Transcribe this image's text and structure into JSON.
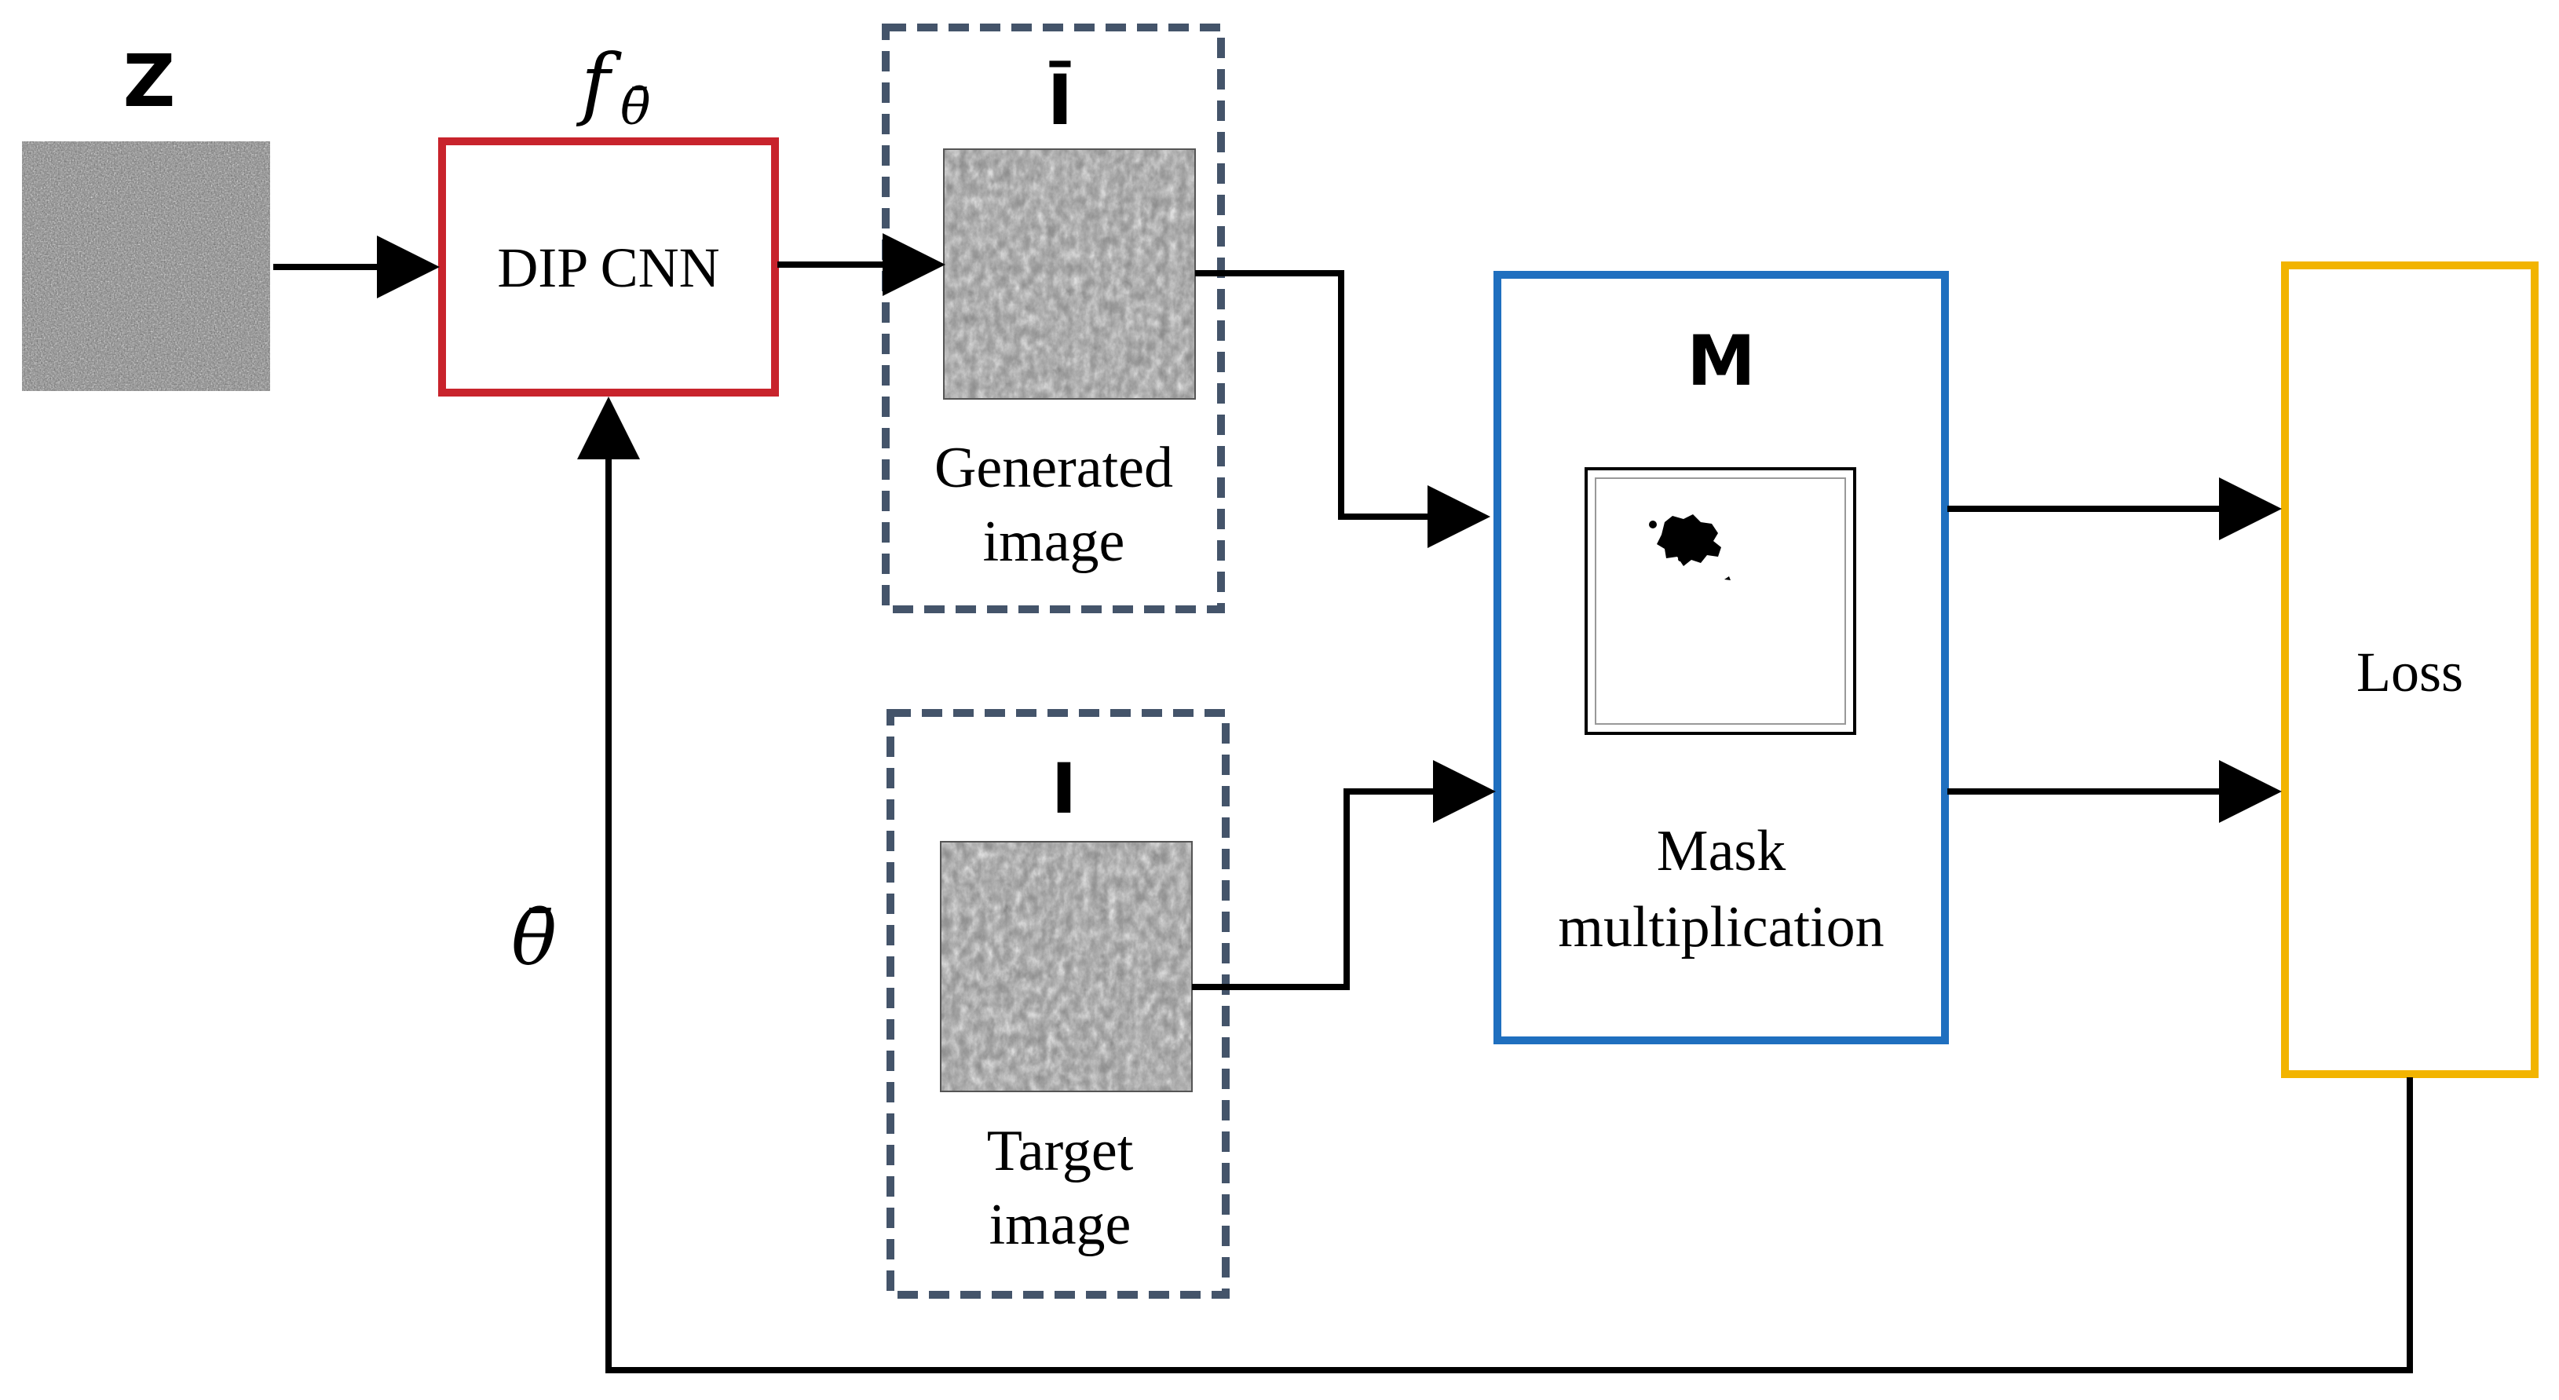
{
  "labels": {
    "noise_input": "Z",
    "network_function": "f",
    "network_subscript": "θ̄",
    "dip_block": "DIP CNN",
    "generated_symbol": "Ī",
    "generated_caption_line1": "Generated",
    "generated_caption_line2": "image",
    "target_symbol": "I",
    "target_caption_line1": "Target",
    "target_caption_line2": "image",
    "mask_symbol": "M",
    "mask_caption_line1": "Mask",
    "mask_caption_line2": "multiplication",
    "loss_block": "Loss",
    "feedback_param": "θ̄"
  },
  "colors": {
    "dip_border": "#c8232c",
    "image_box_border": "#44546a",
    "mask_border": "#1f6fbf",
    "loss_border": "#f2b400",
    "arrow": "#000000"
  }
}
